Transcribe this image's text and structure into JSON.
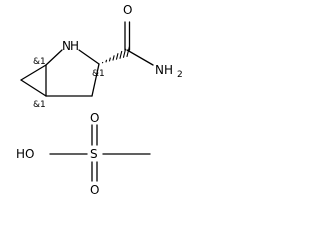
{
  "molecule_1": {
    "atoms": {
      "ring_nitrogen": "N",
      "ring_nitrogen_h": "H",
      "carbonyl_oxygen": "O",
      "amide_nitrogen": "NH",
      "amide_subscript": "2"
    },
    "stereo_labels": {
      "c1": "&1",
      "c3": "&1",
      "c5": "&1"
    }
  },
  "molecule_2": {
    "atoms": {
      "hydroxyl": "HO",
      "sulfur": "S",
      "oxygen_top": "O",
      "oxygen_bottom": "O"
    }
  }
}
